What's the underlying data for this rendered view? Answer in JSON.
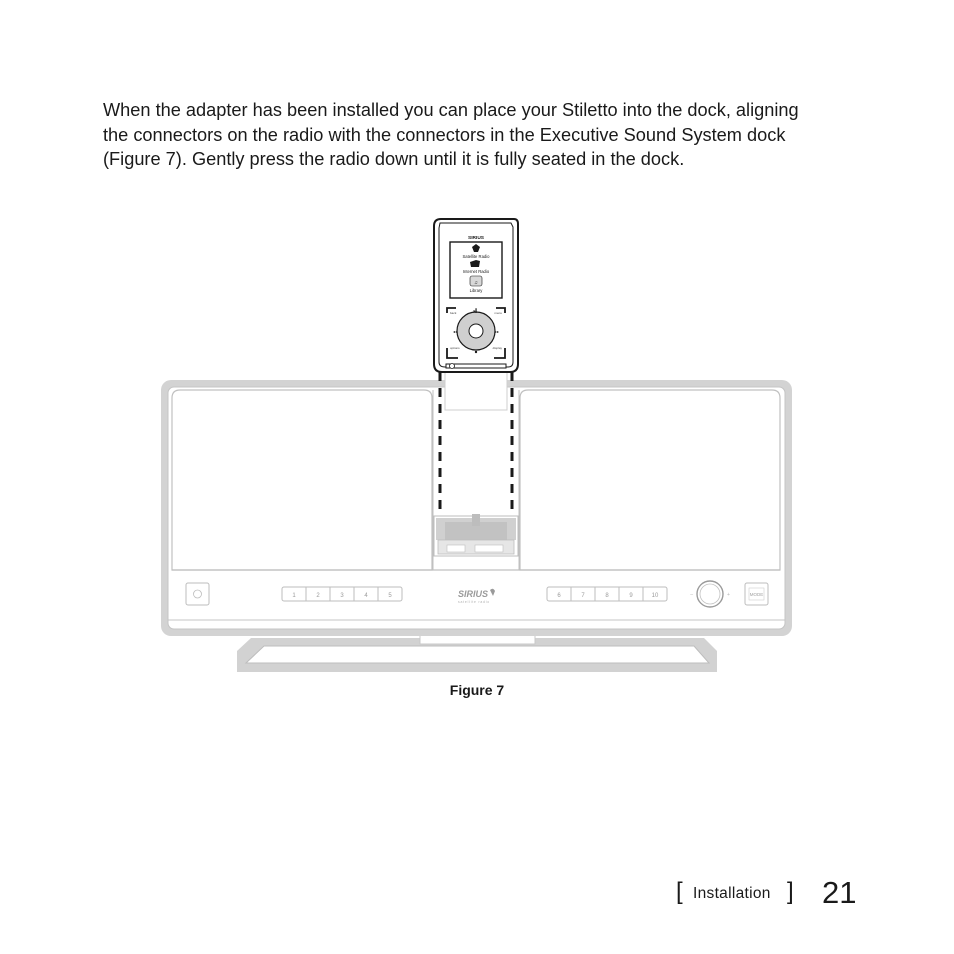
{
  "body_text": {
    "lines": [
      "When the adapter has been installed you can place your Stiletto into the dock, aligning",
      "the connectors on the radio with the connectors in the Executive Sound System dock",
      "(Figure 7). Gently press the radio down until it is fully seated in the dock."
    ]
  },
  "figure": {
    "caption": "Figure 7",
    "radio": {
      "brand": "SIRIUS",
      "menu": [
        "Satellite Radio",
        "Internet Radio",
        "Library"
      ],
      "corner_labels": [
        "back",
        "menu",
        "options",
        "display"
      ]
    },
    "speaker": {
      "brand": "SIRIUS",
      "brand_sub": "satellite radio",
      "presets_left": [
        "1",
        "2",
        "3",
        "4",
        "5"
      ],
      "presets_right": [
        "6",
        "7",
        "8",
        "9",
        "10"
      ],
      "mode_label": "MODE"
    }
  },
  "footer": {
    "bracket_open": "[",
    "section": "Installation",
    "bracket_close": "]",
    "page_number": "21"
  }
}
